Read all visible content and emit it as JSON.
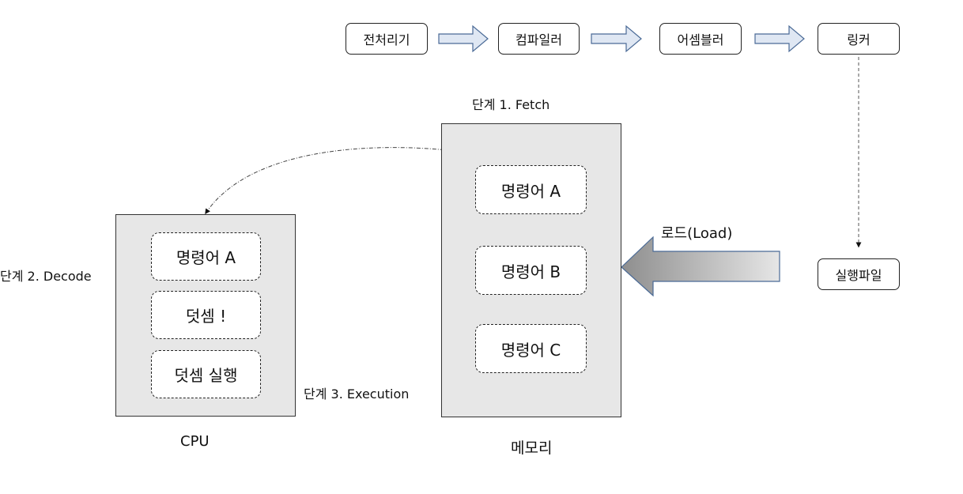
{
  "pipeline": {
    "stages": [
      "전처리기",
      "컴파일러",
      "어셈블러",
      "링커"
    ],
    "output": "실행파일"
  },
  "memory": {
    "caption": "메모리",
    "instructions": [
      "명령어 A",
      "명령어 B",
      "명령어 C"
    ]
  },
  "cpu": {
    "caption": "CPU",
    "items": [
      "명령어 A",
      "덧셈 !",
      "덧셈 실행"
    ]
  },
  "steps": {
    "fetch": "단계 1. Fetch",
    "decode": "단계 2. Decode",
    "execution": "단계 3. Execution"
  },
  "load_label": "로드(Load)"
}
